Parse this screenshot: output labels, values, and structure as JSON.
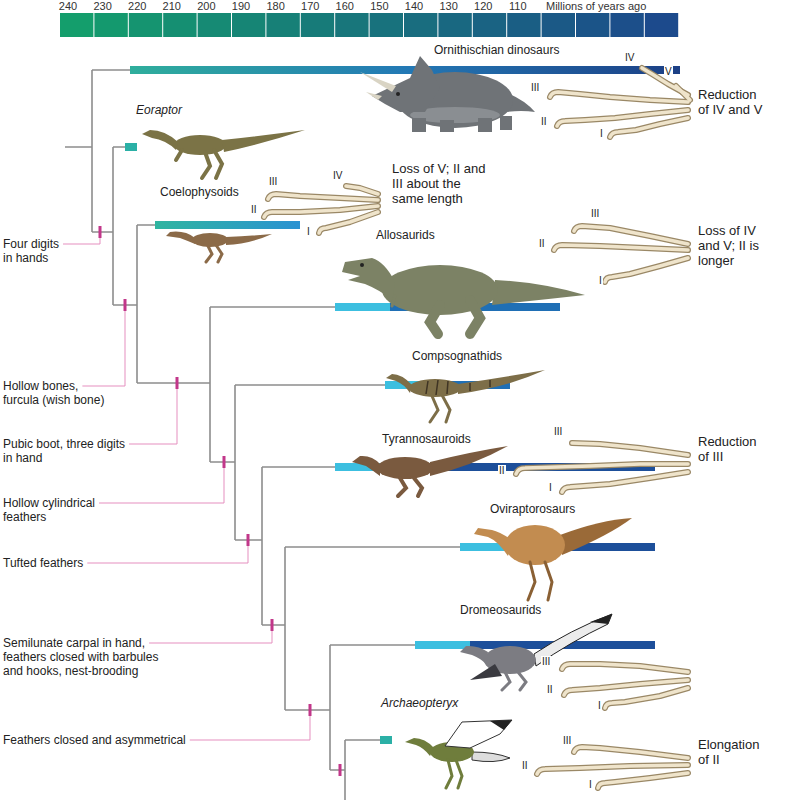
{
  "diagram": {
    "labels": [
      "240",
      "230",
      "220",
      "210",
      "200",
      "190",
      "180",
      "170",
      "160",
      "150",
      "140",
      "130",
      "120",
      "110",
      "Millions of years ago",
      "Ornithischian dinosaurs",
      "IV",
      "V",
      "III",
      "II",
      "I",
      "Reduction of IV and V",
      "Eoraptor",
      "Coelophysoids",
      "III",
      "IV",
      "II",
      "I",
      "Loss of V; II and III about the same length",
      "Four digits in hands",
      "Allosaurids",
      "III",
      "II",
      "I",
      "Loss of IV and V; II is longer",
      "Hollow bones, furcula (wish bone)",
      "Compsognathids",
      "Pubic boot, three digits in hand",
      "Tyrannosauroids",
      "III",
      "II",
      "I",
      "Reduction of III",
      "Hollow cylindrical feathers",
      "Tufted feathers",
      "Oviraptorosaurs",
      "Semilunate carpal in hand, feathers closed with barbules and hooks, nest-brooding",
      "Dromeosaurids",
      "III",
      "II",
      "I",
      "Feathers closed and asymmetrical",
      "Archaeopteryx",
      "III",
      "II",
      "I",
      "Elongation of II"
    ]
  }
}
